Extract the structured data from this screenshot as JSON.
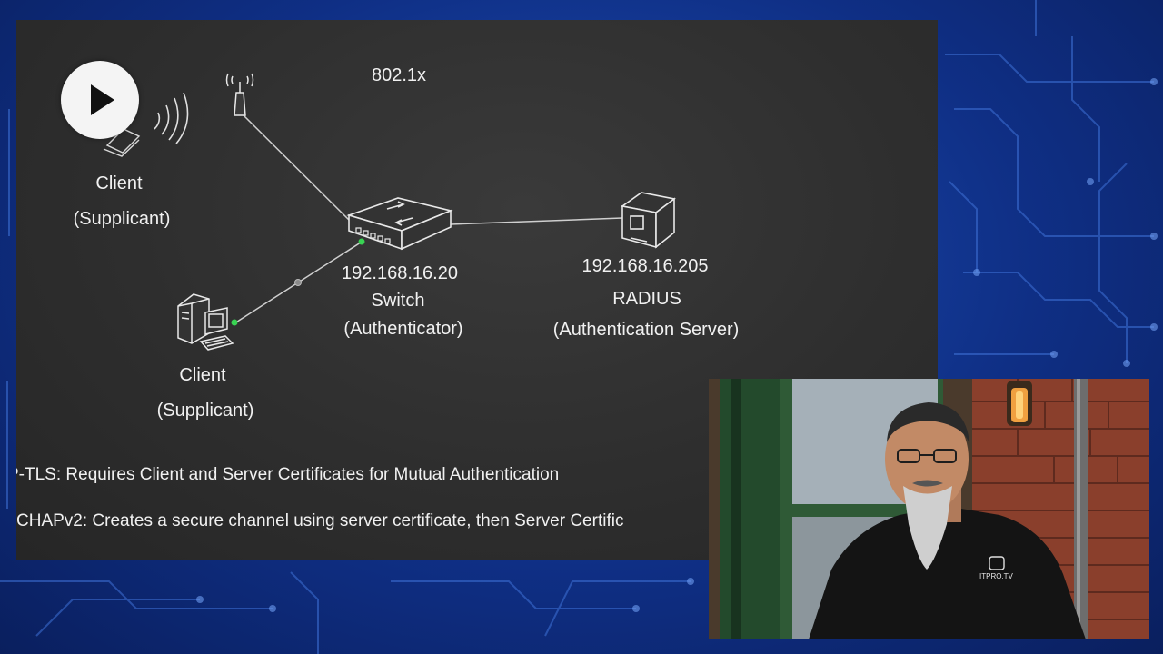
{
  "slide": {
    "protocol_label": "802.1x",
    "client_top": {
      "name": "Client",
      "role": "(Supplicant)"
    },
    "client_bottom": {
      "name": "Client",
      "role": "(Supplicant)"
    },
    "switch": {
      "ip": "192.168.16.20",
      "name": "Switch",
      "role": "(Authenticator)"
    },
    "radius": {
      "ip": "192.168.16.205",
      "name": "RADIUS",
      "role": "(Authentication Server)"
    },
    "bullets": [
      "P-TLS: Requires Client and Server Certificates for Mutual Authentication",
      "CHAPv2: Creates a secure channel using server certificate, then Server Certific"
    ]
  },
  "webcam": {
    "shirt_logo": "ITPRO.TV"
  },
  "colors": {
    "background_blue": "#1d4fb8",
    "board": "#2e2e2e",
    "text": "#f1f1f1",
    "link_green": "#39d353"
  }
}
